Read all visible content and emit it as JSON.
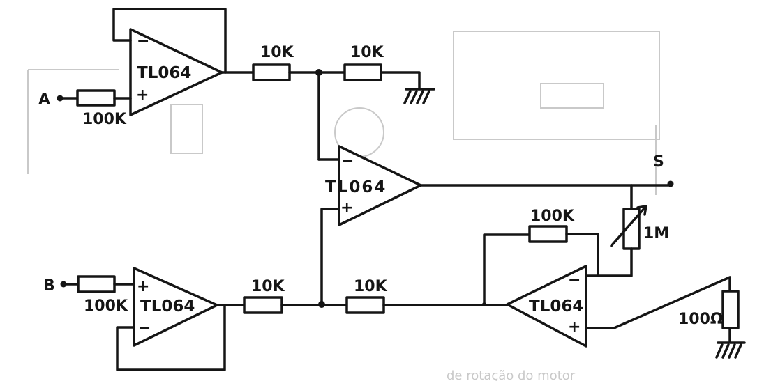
{
  "terminals": {
    "input_a": "A",
    "input_b": "B",
    "output": "S"
  },
  "opamps": {
    "top_left": "TL064",
    "center": "TL064",
    "bottom_left": "TL064",
    "bottom_right": "TL064",
    "inverting_sign": "−",
    "noninverting_sign": "+"
  },
  "components": {
    "r_input_a": "100K",
    "r_top_1": "10K",
    "r_top_ground": "10K",
    "r_input_b": "100K",
    "r_bottom_1": "10K",
    "r_bottom_2": "10K",
    "r_feedback": "100K",
    "pot_gain": "1M",
    "r_ground": "100Ω"
  },
  "caption_fragment": "de rotação do motor"
}
